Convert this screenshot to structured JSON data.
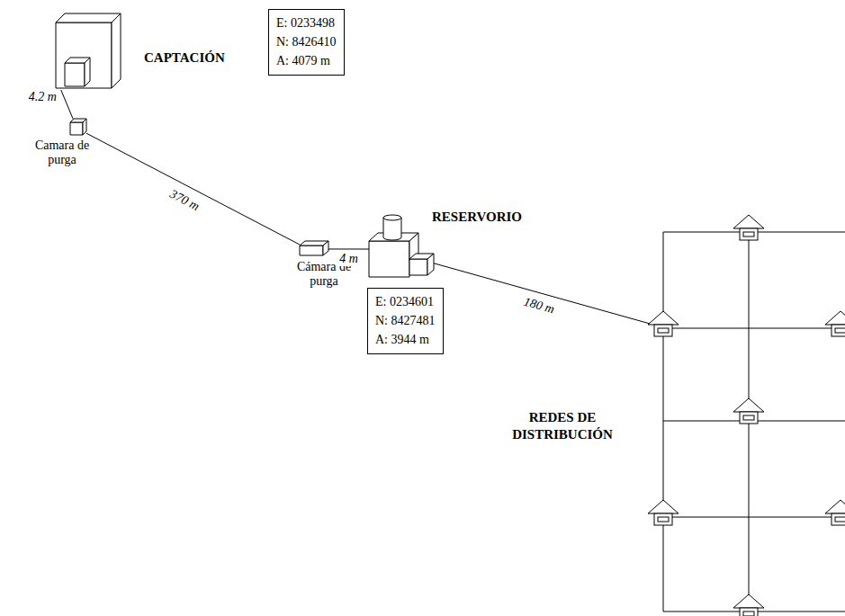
{
  "diagram": {
    "nodes": [
      {
        "text": [
          "CAPTACIÓN"
        ]
      },
      {
        "text": [
          "E: 0233498",
          "N: 8426410",
          "A: 4079 m"
        ]
      },
      {
        "text": [
          "Camara de purga"
        ]
      },
      {
        "text": [
          "Cámara de purga"
        ]
      },
      {
        "text": [
          "RESERVORIO"
        ]
      },
      {
        "text": [
          "E: 0234601",
          "N: 8427481",
          "A: 3944 m"
        ]
      },
      {
        "text": [
          "REDES DE DISTRIBUCIÓN"
        ]
      }
    ],
    "edges": [
      {
        "from": 0,
        "to": 2,
        "arrow": "none",
        "label": "4.2 m"
      },
      {
        "from": 2,
        "to": 3,
        "arrow": "none",
        "label": "370 m"
      },
      {
        "from": 3,
        "to": 4,
        "arrow": "none",
        "label": "4 m"
      },
      {
        "from": 4,
        "to": 6,
        "arrow": "none",
        "label": "180 m"
      }
    ]
  }
}
